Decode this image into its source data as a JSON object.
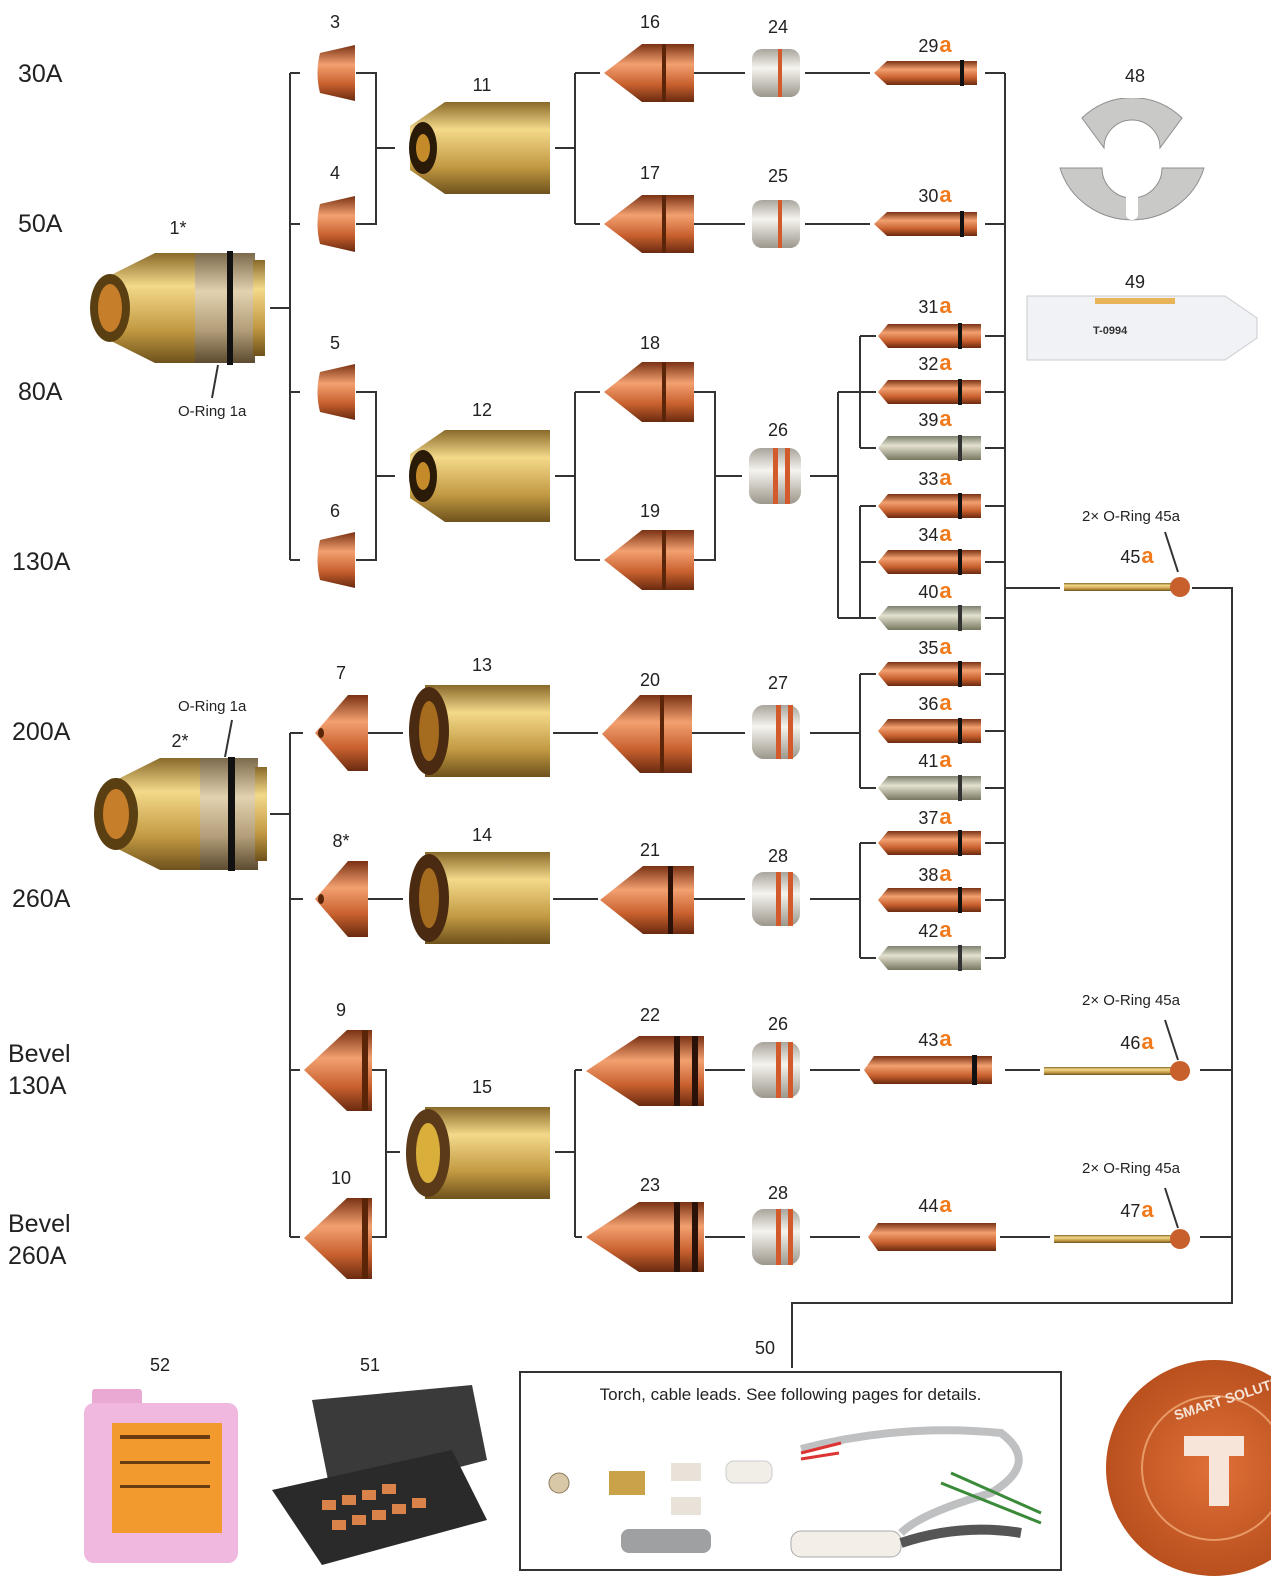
{
  "amperages": [
    "30A",
    "50A",
    "80A",
    "130A",
    "200A",
    "260A",
    "Bevel\n130A",
    "Bevel\n260A"
  ],
  "part_numbers": {
    "p1": "1*",
    "p2": "2*",
    "p3": "3",
    "p4": "4",
    "p5": "5",
    "p6": "6",
    "p7": "7",
    "p8": "8*",
    "p9": "9",
    "p10": "10",
    "p11": "11",
    "p12": "12",
    "p13": "13",
    "p14": "14",
    "p15": "15",
    "p16": "16",
    "p17": "17",
    "p18": "18",
    "p19": "19",
    "p20": "20",
    "p21": "21",
    "p22": "22",
    "p23": "23",
    "p24": "24",
    "p25": "25",
    "p26a": "26",
    "p26b": "26",
    "p27": "27",
    "p28a": "28",
    "p28b": "28",
    "p29": "29",
    "p30": "30",
    "p31": "31",
    "p32": "32",
    "p39": "39",
    "p33": "33",
    "p34": "34",
    "p40": "40",
    "p35": "35",
    "p36": "36",
    "p41": "41",
    "p37": "37",
    "p38": "38",
    "p42": "42",
    "p43": "43",
    "p44": "44",
    "p45": "45",
    "p46": "46",
    "p47": "47",
    "p48": "48",
    "p49": "49",
    "p50": "50",
    "p51": "51",
    "p52": "52",
    "suffix": "a"
  },
  "notes": {
    "oring1a_top": "O-Ring 1a",
    "oring1a_bottom": "O-Ring 1a",
    "oring45a_1": "2× O-Ring 45a",
    "oring45a_2": "2× O-Ring 45a",
    "oring45a_3": "2× O-Ring 45a"
  },
  "box50_caption": "Torch, cable leads. See following pages for details.",
  "tube49_label": "T-0994",
  "logo_text": "SMART SOLUTIONS",
  "colors": {
    "copper": "#cf6f3c",
    "brass": "#c9a24a",
    "line": "#333333",
    "accent": "#f07a1c",
    "ceramic": "#ece9e2",
    "silver": "#bfc2c2"
  }
}
